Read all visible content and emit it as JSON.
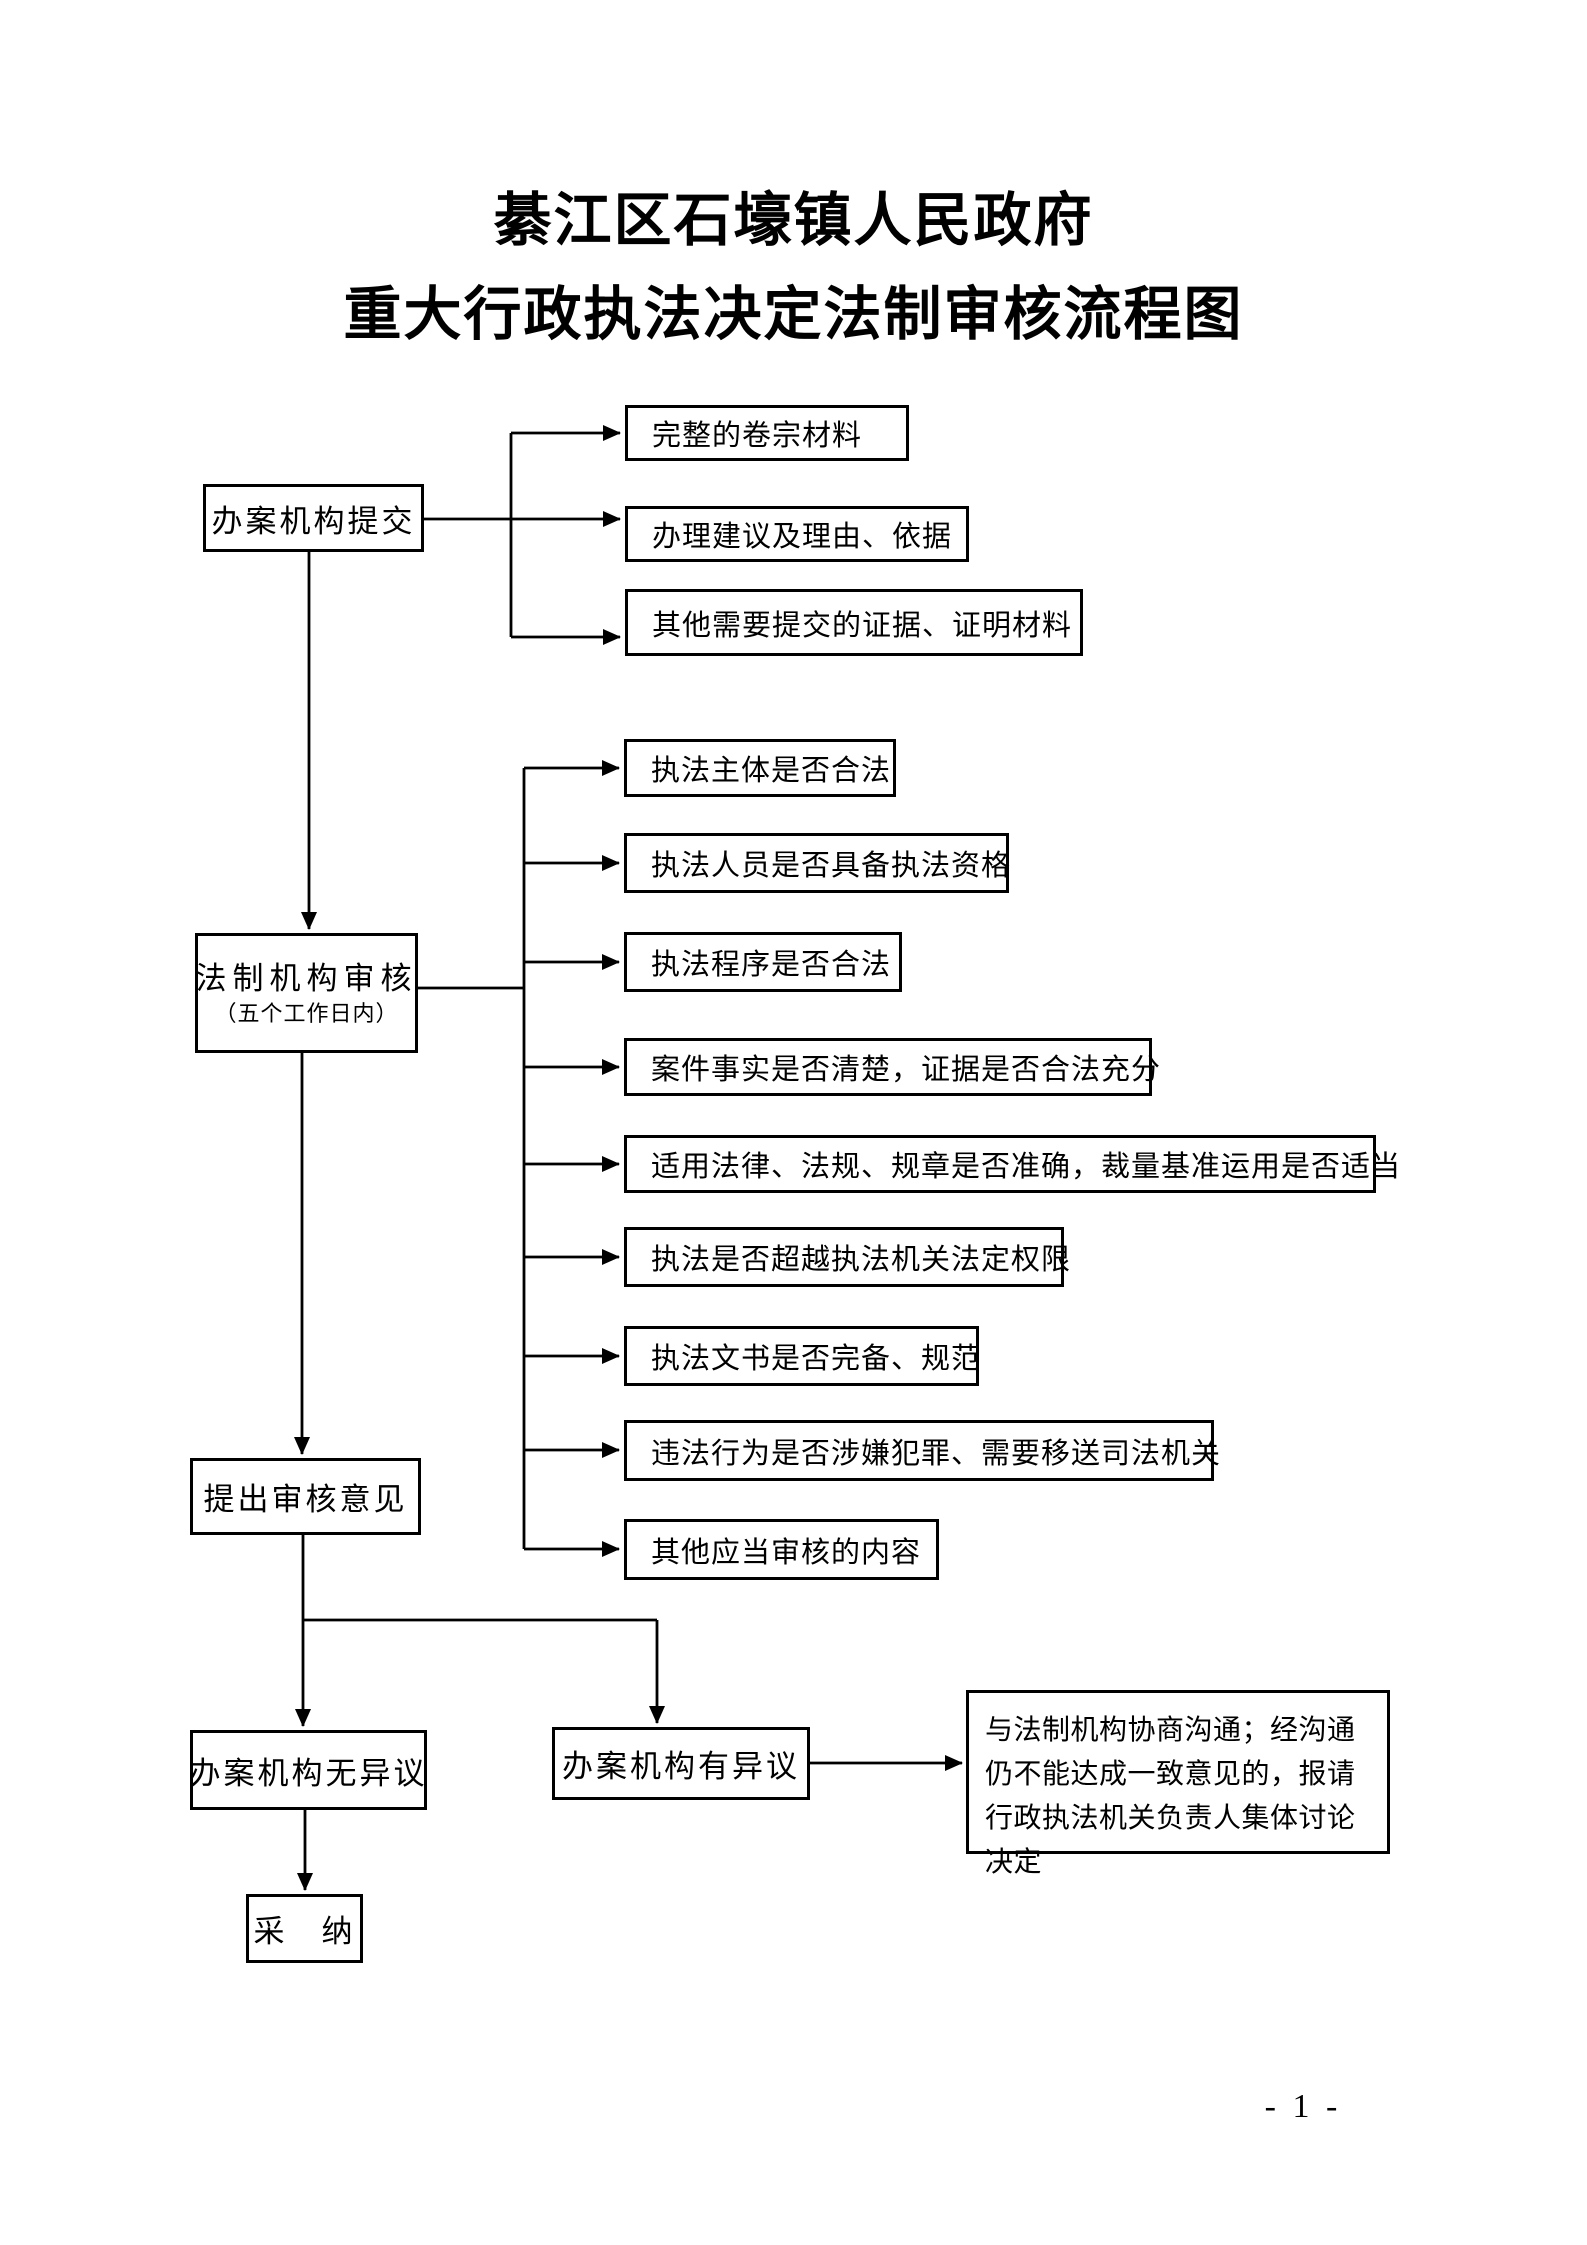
{
  "title": {
    "line1": "綦江区石壕镇人民政府",
    "line2": "重大行政执法决定法制审核流程图"
  },
  "page_number": "- 1 -",
  "flow": {
    "nodes": {
      "submit": "办案机构提交",
      "review_main": "法制机构审核",
      "review_sub": "（五个工作日内）",
      "opinion": "提出审核意见",
      "no_objection": "办案机构无异议",
      "adopt": "采　纳",
      "objection": "办案机构有异议",
      "consult": "与法制机构协商沟通；经沟通仍不能达成一致意见的，报请行政执法机关负责人集体讨论决定"
    },
    "submit_requirements": [
      "完整的卷宗材料",
      "办理建议及理由、依据",
      "其他需要提交的证据、证明材料"
    ],
    "review_items": [
      "执法主体是否合法",
      "执法人员是否具备执法资格",
      "执法程序是否合法",
      "案件事实是否清楚，证据是否合法充分",
      "适用法律、法规、规章是否准确，裁量基准运用是否适当",
      "执法是否超越执法机关法定权限",
      "执法文书是否完备、规范",
      "违法行为是否涉嫌犯罪、需要移送司法机关",
      "其他应当审核的内容"
    ],
    "colors": {
      "line": "#000000",
      "box_border": "#000000",
      "background": "#ffffff",
      "text": "#000000"
    }
  }
}
